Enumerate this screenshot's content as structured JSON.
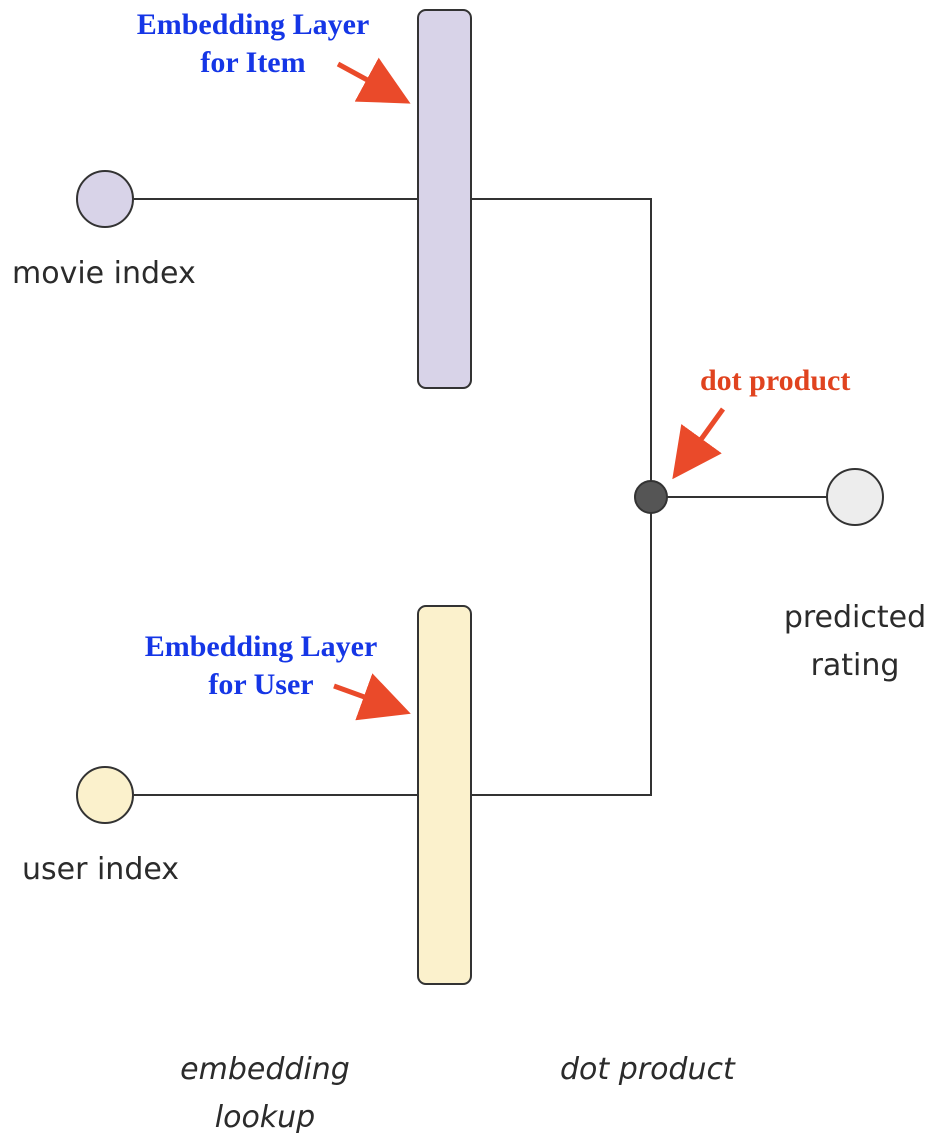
{
  "labels": {
    "movie_index": "movie index",
    "user_index": "user index",
    "predicted_rating_line1": "predicted",
    "predicted_rating_line2": "rating",
    "embedding_lookup_line1": "embedding",
    "embedding_lookup_line2": "lookup",
    "dot_product": "dot product"
  },
  "annotations": {
    "item_embedding_line1": "Embedding Layer",
    "item_embedding_line2": "for Item",
    "user_embedding_line1": "Embedding Layer",
    "user_embedding_line2": "for User",
    "dot_product": "dot product"
  },
  "colors": {
    "item_color": "#d8d3e8",
    "user_color": "#fbf1cc",
    "output_color": "#ededed",
    "dot_color": "#555555",
    "annotation_blue": "#1536e6",
    "annotation_red": "#e0431f",
    "arrow_red": "#ea4a2a",
    "line": "#333333"
  }
}
